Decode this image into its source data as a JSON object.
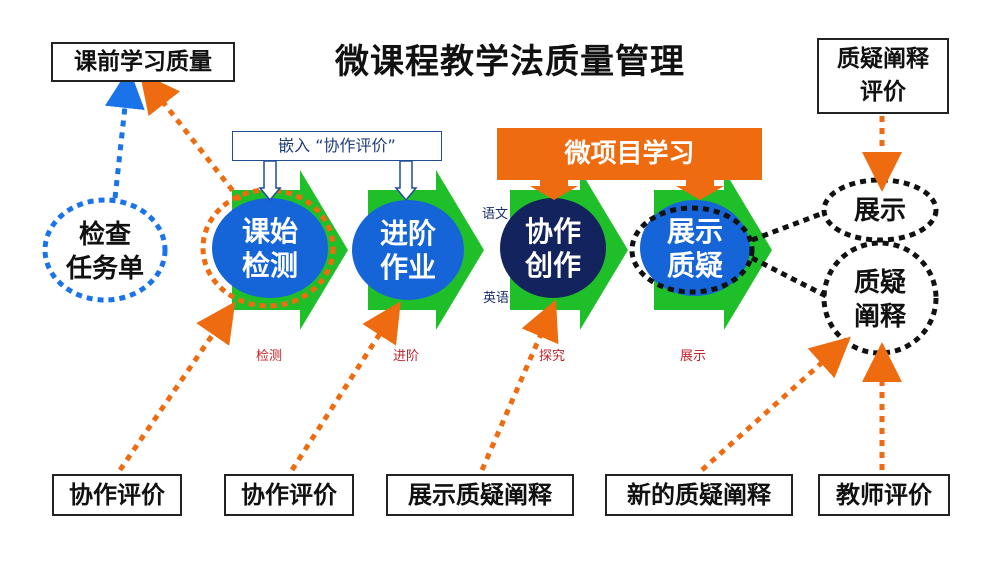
{
  "title": "微课程教学法质量管理",
  "top_left_box": "课前学习质量",
  "top_right_box": "质疑阐释\n评价",
  "embed_box": "嵌入 “协作评价”",
  "orange_bar": "微项目学习",
  "left_circle": "检查\n任务单",
  "stages": [
    {
      "label": "课始\n检测",
      "caption": "检测"
    },
    {
      "label": "进阶\n作业",
      "caption": "进阶"
    },
    {
      "label": "协作\n创作",
      "caption": "探究"
    },
    {
      "label": "展示\n质疑",
      "caption": "展示"
    }
  ],
  "subject_top": "语文",
  "subject_bottom": "英语",
  "right_circle_top": "展示",
  "right_circle_bottom": "质疑\n阐释",
  "bottom_boxes": [
    "协作评价",
    "协作评价",
    "展示质疑阐释",
    "新的质疑阐释",
    "教师评价"
  ],
  "colors": {
    "green": "#1fbf2a",
    "blue": "#1565d8",
    "navy": "#13235e",
    "orange": "#ef6b0f",
    "dot_blue": "#1a73e8"
  }
}
